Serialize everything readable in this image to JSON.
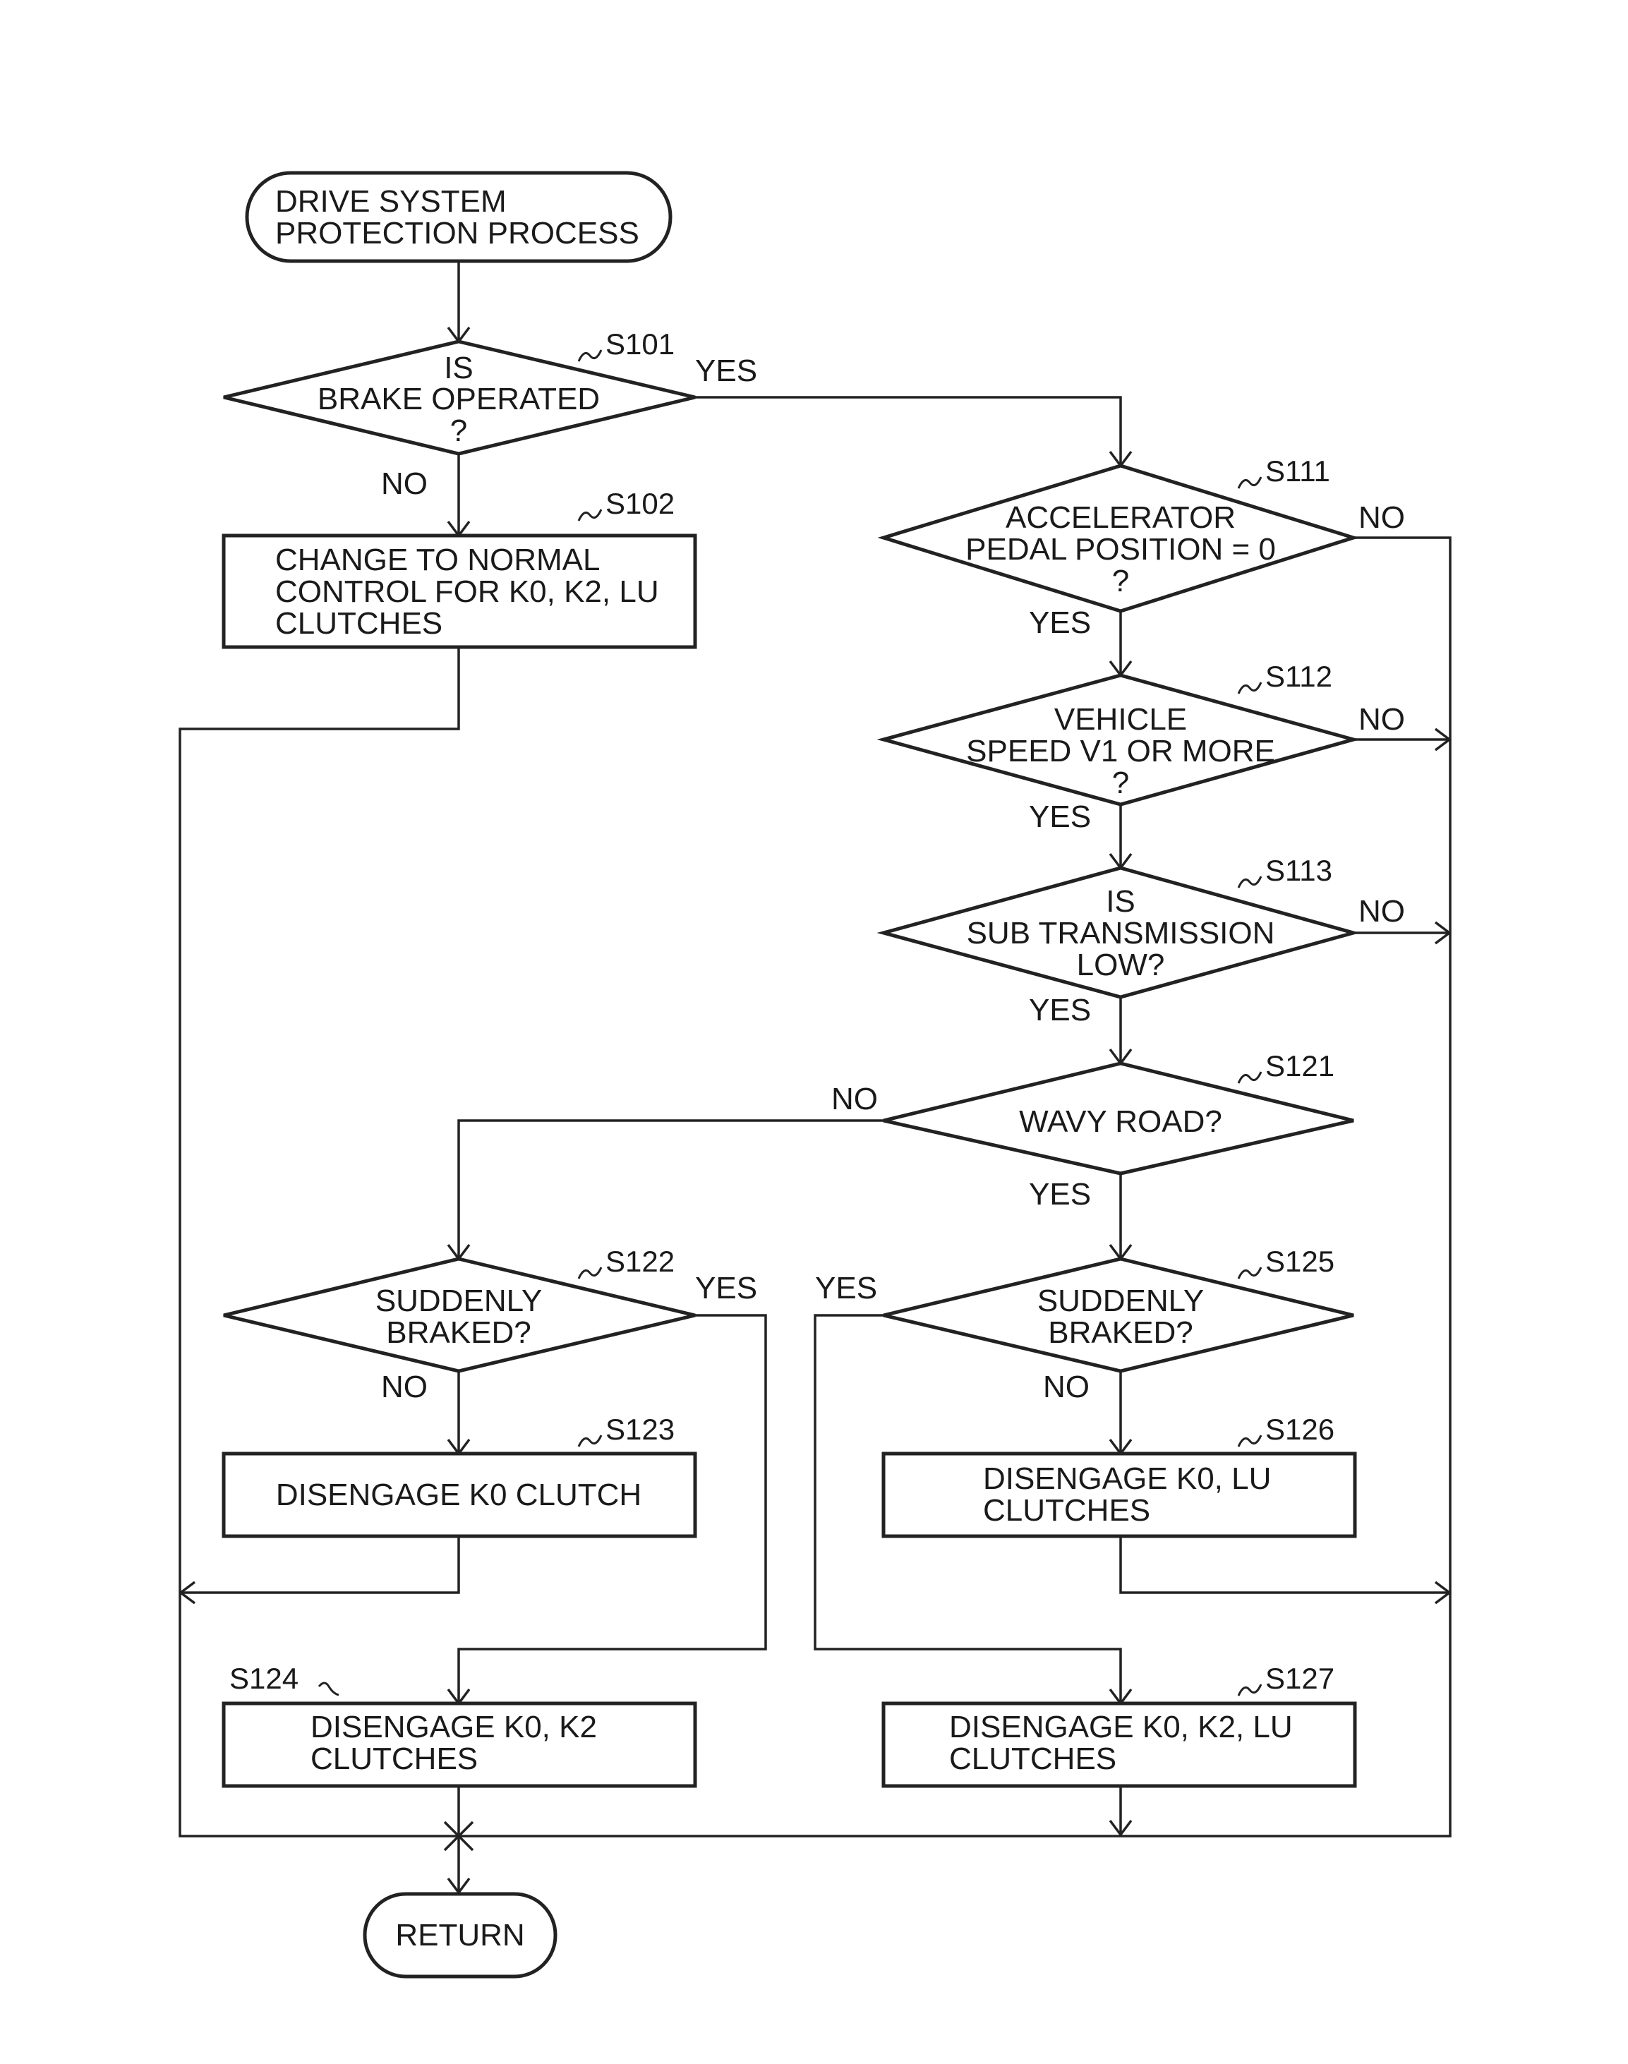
{
  "start": {
    "line1": "DRIVE SYSTEM",
    "line2": "PROTECTION PROCESS"
  },
  "s101": {
    "step": "S101",
    "line1": "IS",
    "line2": "BRAKE OPERATED",
    "line3": "?",
    "yes": "YES",
    "no": "NO"
  },
  "s102": {
    "step": "S102",
    "line1": "CHANGE TO NORMAL",
    "line2": "CONTROL FOR K0, K2, LU",
    "line3": "CLUTCHES"
  },
  "s111": {
    "step": "S111",
    "line1": "ACCELERATOR",
    "line2": "PEDAL POSITION = 0",
    "line3": "?",
    "yes": "YES",
    "no": "NO"
  },
  "s112": {
    "step": "S112",
    "line1": "VEHICLE",
    "line2": "SPEED V1 OR MORE",
    "line3": "?",
    "yes": "YES",
    "no": "NO"
  },
  "s113": {
    "step": "S113",
    "line1": "IS",
    "line2": "SUB TRANSMISSION",
    "line3": "LOW?",
    "yes": "YES",
    "no": "NO"
  },
  "s121": {
    "step": "S121",
    "line1": "WAVY ROAD?",
    "yes": "YES",
    "no": "NO"
  },
  "s122": {
    "step": "S122",
    "line1": "SUDDENLY",
    "line2": "BRAKED?",
    "yes": "YES",
    "no": "NO"
  },
  "s123": {
    "step": "S123",
    "line1": "DISENGAGE K0 CLUTCH"
  },
  "s124": {
    "step": "S124",
    "line1": "DISENGAGE K0, K2",
    "line2": "CLUTCHES"
  },
  "s125": {
    "step": "S125",
    "line1": "SUDDENLY",
    "line2": "BRAKED?",
    "yes": "YES",
    "no": "NO"
  },
  "s126": {
    "step": "S126",
    "line1": "DISENGAGE K0, LU",
    "line2": "CLUTCHES"
  },
  "s127": {
    "step": "S127",
    "line1": "DISENGAGE K0, K2, LU",
    "line2": "CLUTCHES"
  },
  "end": {
    "label": "RETURN"
  }
}
